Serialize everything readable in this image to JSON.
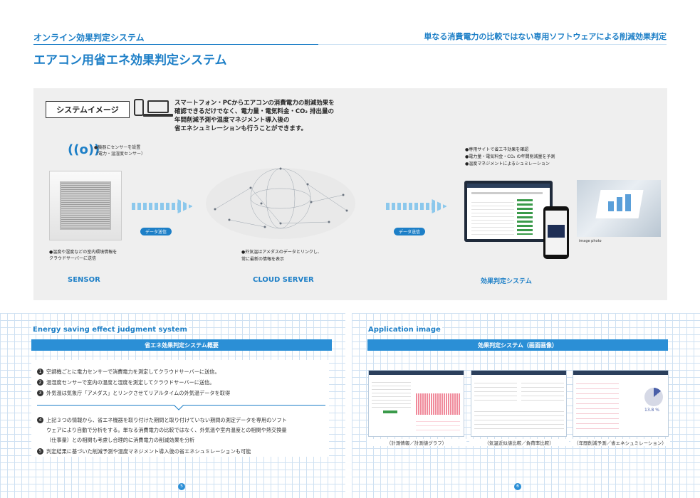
{
  "header": {
    "subtitle": "オンライン効果判定システム",
    "tagline": "単なる消費電力の比較ではない専用ソフトウェアによる削減効果判定",
    "title": "エアコン用省エネ効果判定システム"
  },
  "system_image": {
    "box_label": "システムイメージ",
    "description": [
      "スマートフォン・PCからエアコンの消費電力の削減効果を",
      "確認できるだけでなく、電力量・電気料金・CO₂ 排出量の",
      "年間削減予測や温度マネジメント導入後の",
      "省エネシュミレーションも行うことができます。"
    ],
    "sensor_note": [
      "●機器にセンサーを設置",
      "（電力・温湿度センサー）"
    ],
    "sensor_below": [
      "●温度や湿度などの室内環境情報を",
      "クラウドサーバーに送信"
    ],
    "sensor_label": "SENSOR",
    "send_label_1": "データ送信",
    "send_label_2": "データ送信",
    "cloud_note": [
      "●外気温はアメダスのデータとリンクし、",
      "常に最新の情報を表示"
    ],
    "cloud_label": "CLOUD SERVER",
    "right_notes": [
      "●専用サイトで省エネ効果を確認",
      "●電力量・電気料金・CO₂ の年間削減量を予測",
      "●温度マネジメントによるシュミレーション"
    ],
    "photo_caption": "image photo",
    "eff_label": "効果判定システム"
  },
  "left_section": {
    "heading": "Energy saving effect judgment system",
    "bar_label": "省エネ効果判定システム概要",
    "items": [
      {
        "num": "1",
        "text": "空調機ごとに電力センサーで消費電力を測定してクラウドサーバーに送信。"
      },
      {
        "num": "2",
        "text": "温湿度センサーで室内の温度と湿度を測定してクラウドサーバーに送信。"
      },
      {
        "num": "3",
        "text": "外気温は気象庁「アメダス」とリンクさせてリアルタイムの外気温データを取得"
      },
      {
        "num": "4",
        "text": "上記３つの情報から、省エネ機器を取り付けた期間と取り付けていない期間の測定データを専用のソフト"
      },
      {
        "num": "",
        "text": "ウェアにより自動で分析をする。単なる消費電力の比較ではなく、外気温や室内温度との相関や熱交換量"
      },
      {
        "num": "",
        "text": "（仕事量）との相関も考慮し合理的に消費電力の削減効果を分析"
      },
      {
        "num": "5",
        "text": "判定結果に基づいた削減予測や温度マネジメント導入後の省エネシュミレーションも可能"
      }
    ],
    "page": "5"
  },
  "right_section": {
    "heading": "Application image",
    "bar_label": "効果判定システム（画面画像）",
    "captions": [
      "（計測情報／計測値グラフ）",
      "（気温近似値比較／負荷率比較）",
      "（年間削減予測／省エネシュミレーション）"
    ],
    "percent_label": "13.8 %",
    "page": "6"
  },
  "colors": {
    "accent": "#1d7fc7",
    "bar": "#2b8fd6",
    "panel": "#efefef"
  }
}
